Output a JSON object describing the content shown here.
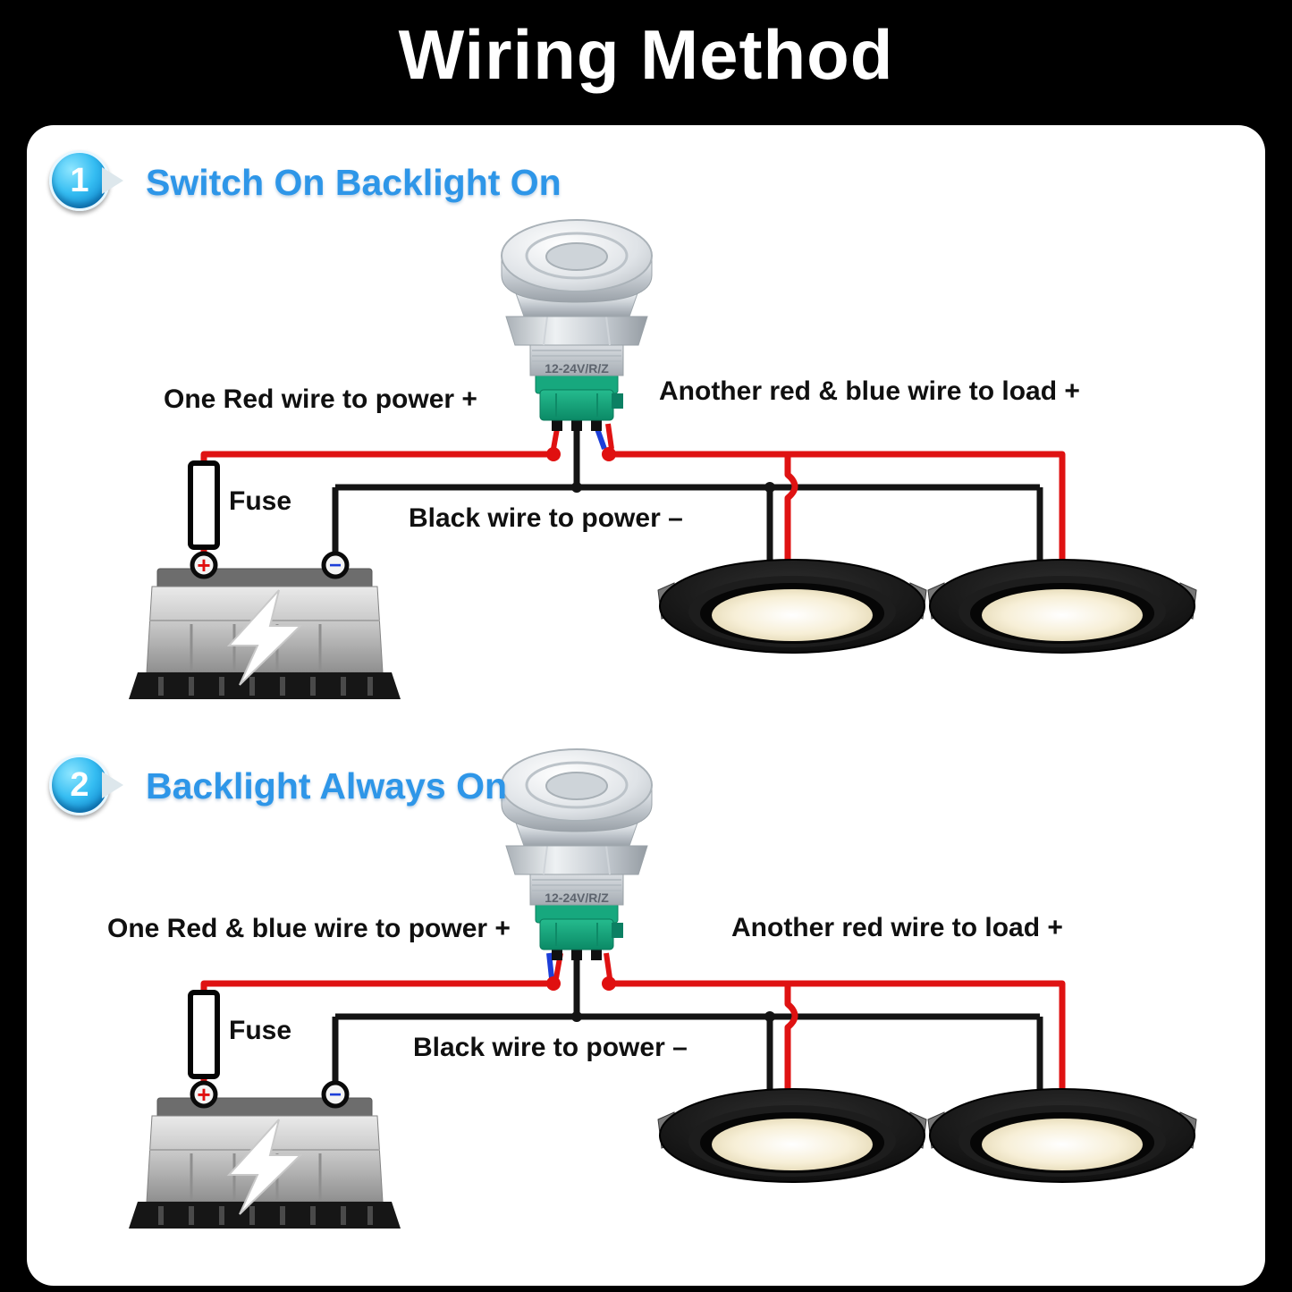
{
  "page": {
    "title": "Wiring Method"
  },
  "battery": {
    "plus": "+",
    "minus": "−"
  },
  "sections": [
    {
      "badge": "1",
      "title": "Switch On Backlight On",
      "switch_marking": "12-24V/R/Z",
      "labels": {
        "left_wire": "One Red wire to power +",
        "right_wire": "Another red & blue wire to load +",
        "fuse": "Fuse",
        "black_wire": "Black wire to power –"
      }
    },
    {
      "badge": "2",
      "title": "Backlight Always On",
      "switch_marking": "12-24V/R/Z",
      "labels": {
        "left_wire": "One Red & blue wire to power +",
        "right_wire": "Another red wire to load +",
        "fuse": "Fuse",
        "black_wire": "Black wire to power –"
      }
    }
  ]
}
